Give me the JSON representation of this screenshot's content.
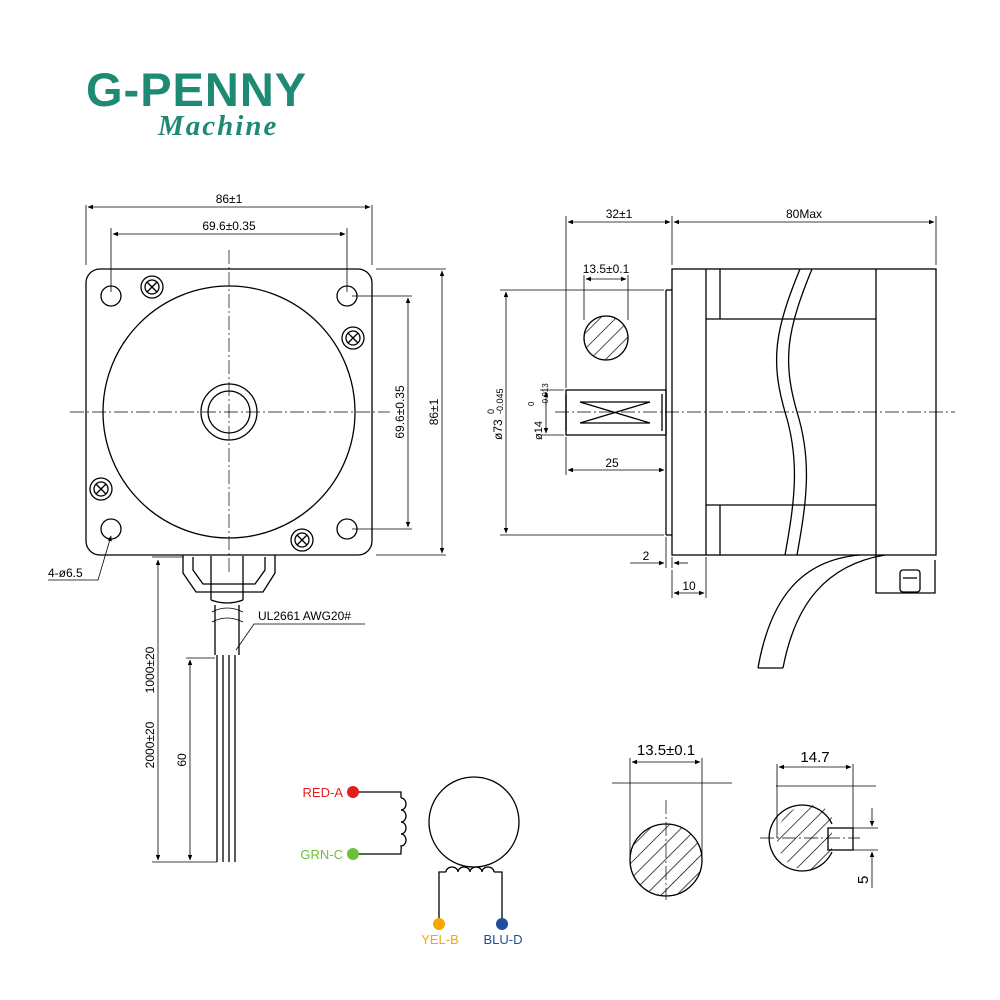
{
  "brand": {
    "name": "G-PENNY",
    "sub": "Machine",
    "color": "#1f8a74"
  },
  "front_view": {
    "width": "86±1",
    "hole_spacing_h": "69.6±0.35",
    "hole_spacing_v": "69.6±0.35",
    "height": "86±1",
    "holes": "4-ø6.5",
    "cable": "UL2661 AWG20#"
  },
  "lead_lengths": {
    "lead1": "1000±20",
    "lead2": "2000±20",
    "strip": "60"
  },
  "side_view": {
    "flange": "32±1",
    "body": "80Max",
    "shaft_dia": "13.5±0.1",
    "pilot_main": "ø73",
    "pilot_tol_top": "0",
    "pilot_tol_bot": "-0.045",
    "boss_main": "ø14",
    "boss_tol_top": "0",
    "boss_tol_bot": "-0.013",
    "shaft_len": "25",
    "boss_h": "2",
    "flange_t": "10"
  },
  "shaft_sections": {
    "round_dia": "13.5±0.1",
    "flat_width": "14.7",
    "key_h": "5"
  },
  "wiring": {
    "red": {
      "label": "RED-A",
      "color": "#e02020"
    },
    "grn": {
      "label": "GRN-C",
      "color": "#6cbf3a"
    },
    "yel": {
      "label": "YEL-B",
      "color": "#f5a800"
    },
    "blu": {
      "label": "BLU-D",
      "color": "#1f4e9a"
    }
  }
}
